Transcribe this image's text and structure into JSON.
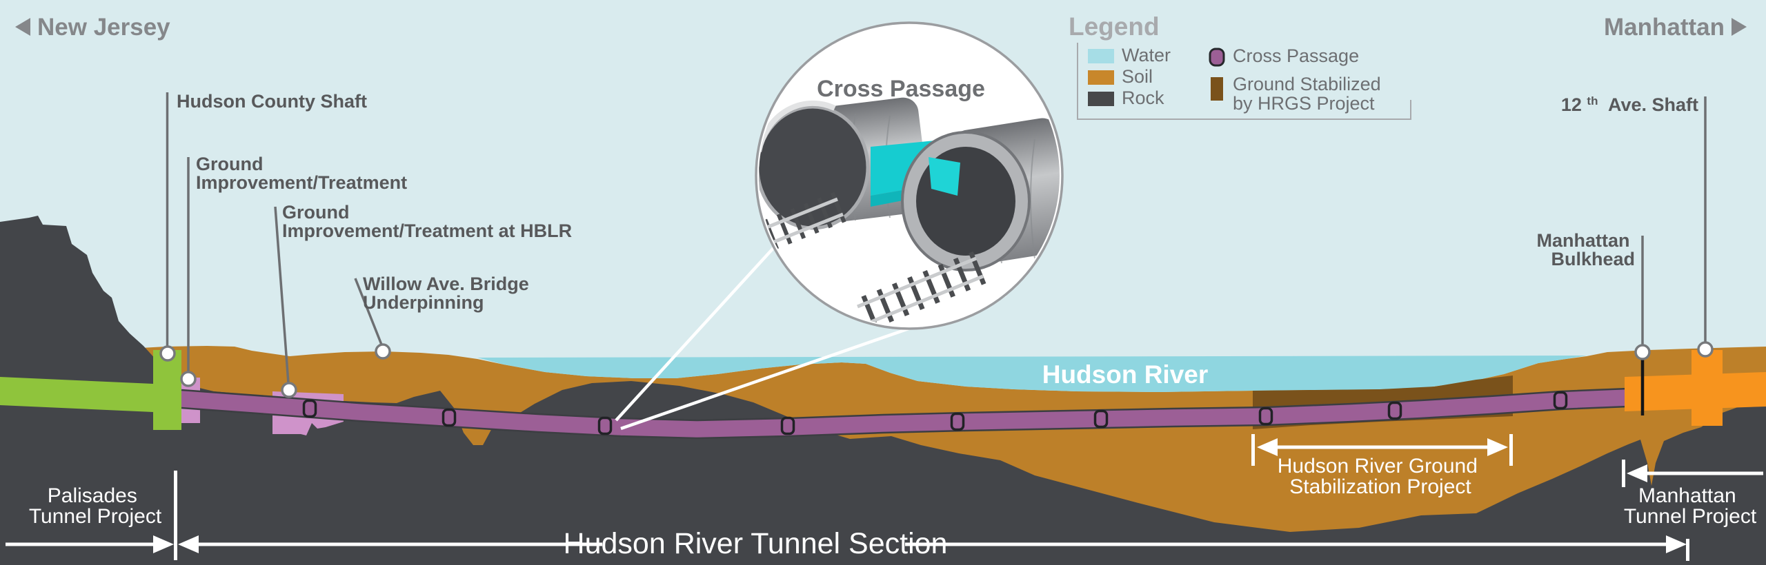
{
  "regions": {
    "left": "New Jersey",
    "right": "Manhattan"
  },
  "river_label": "Hudson River",
  "inset": {
    "title": "Cross Passage"
  },
  "legend": {
    "title": "Legend",
    "water": "Water",
    "soil": "Soil",
    "rock": "Rock",
    "cross_passage": "Cross Passage",
    "ground_stabilized_line1": "Ground Stabilized",
    "ground_stabilized_line2": "by HRGS Project"
  },
  "callouts": {
    "hudson_county_shaft": "Hudson County Shaft",
    "ground_improvement_line1": "Ground",
    "ground_improvement_line2": "Improvement/Treatment",
    "hblr_line1": "Ground",
    "hblr_line2": "Improvement/Treatment at HBLR",
    "willow_line1": "Willow Ave. Bridge",
    "willow_line2": "Underpinning",
    "manhattan_bulkhead_line1": "Manhattan",
    "manhattan_bulkhead_line2": "Bulkhead",
    "twelfth_ave_num": "12",
    "twelfth_ave_sup": "th",
    "twelfth_ave_rest": "Ave. Shaft"
  },
  "measurements": {
    "palisades_line1": "Palisades",
    "palisades_line2": "Tunnel Project",
    "hudson_river_tunnel_section": "Hudson River Tunnel Section",
    "manhattan_line1": "Manhattan",
    "manhattan_line2": "Tunnel Project",
    "hrgs_line1": "Hudson River Ground",
    "hrgs_line2": "Stabilization Project"
  },
  "colors": {
    "sky": "#d9ebee",
    "water": "#8fd6e0",
    "soil": "#bd8029",
    "rock": "#434549",
    "tunnel": "#9c5f96",
    "tunnel_outline": "#3c3e42",
    "pink": "#cf93ca",
    "green": "#8fc43c",
    "orange": "#f7941e",
    "hrgs_brown": "#7a521b",
    "legend_water": "#a6dde6",
    "legend_soil": "#c8872b",
    "legend_rock": "#47484a",
    "marker_stroke": "#212226"
  }
}
